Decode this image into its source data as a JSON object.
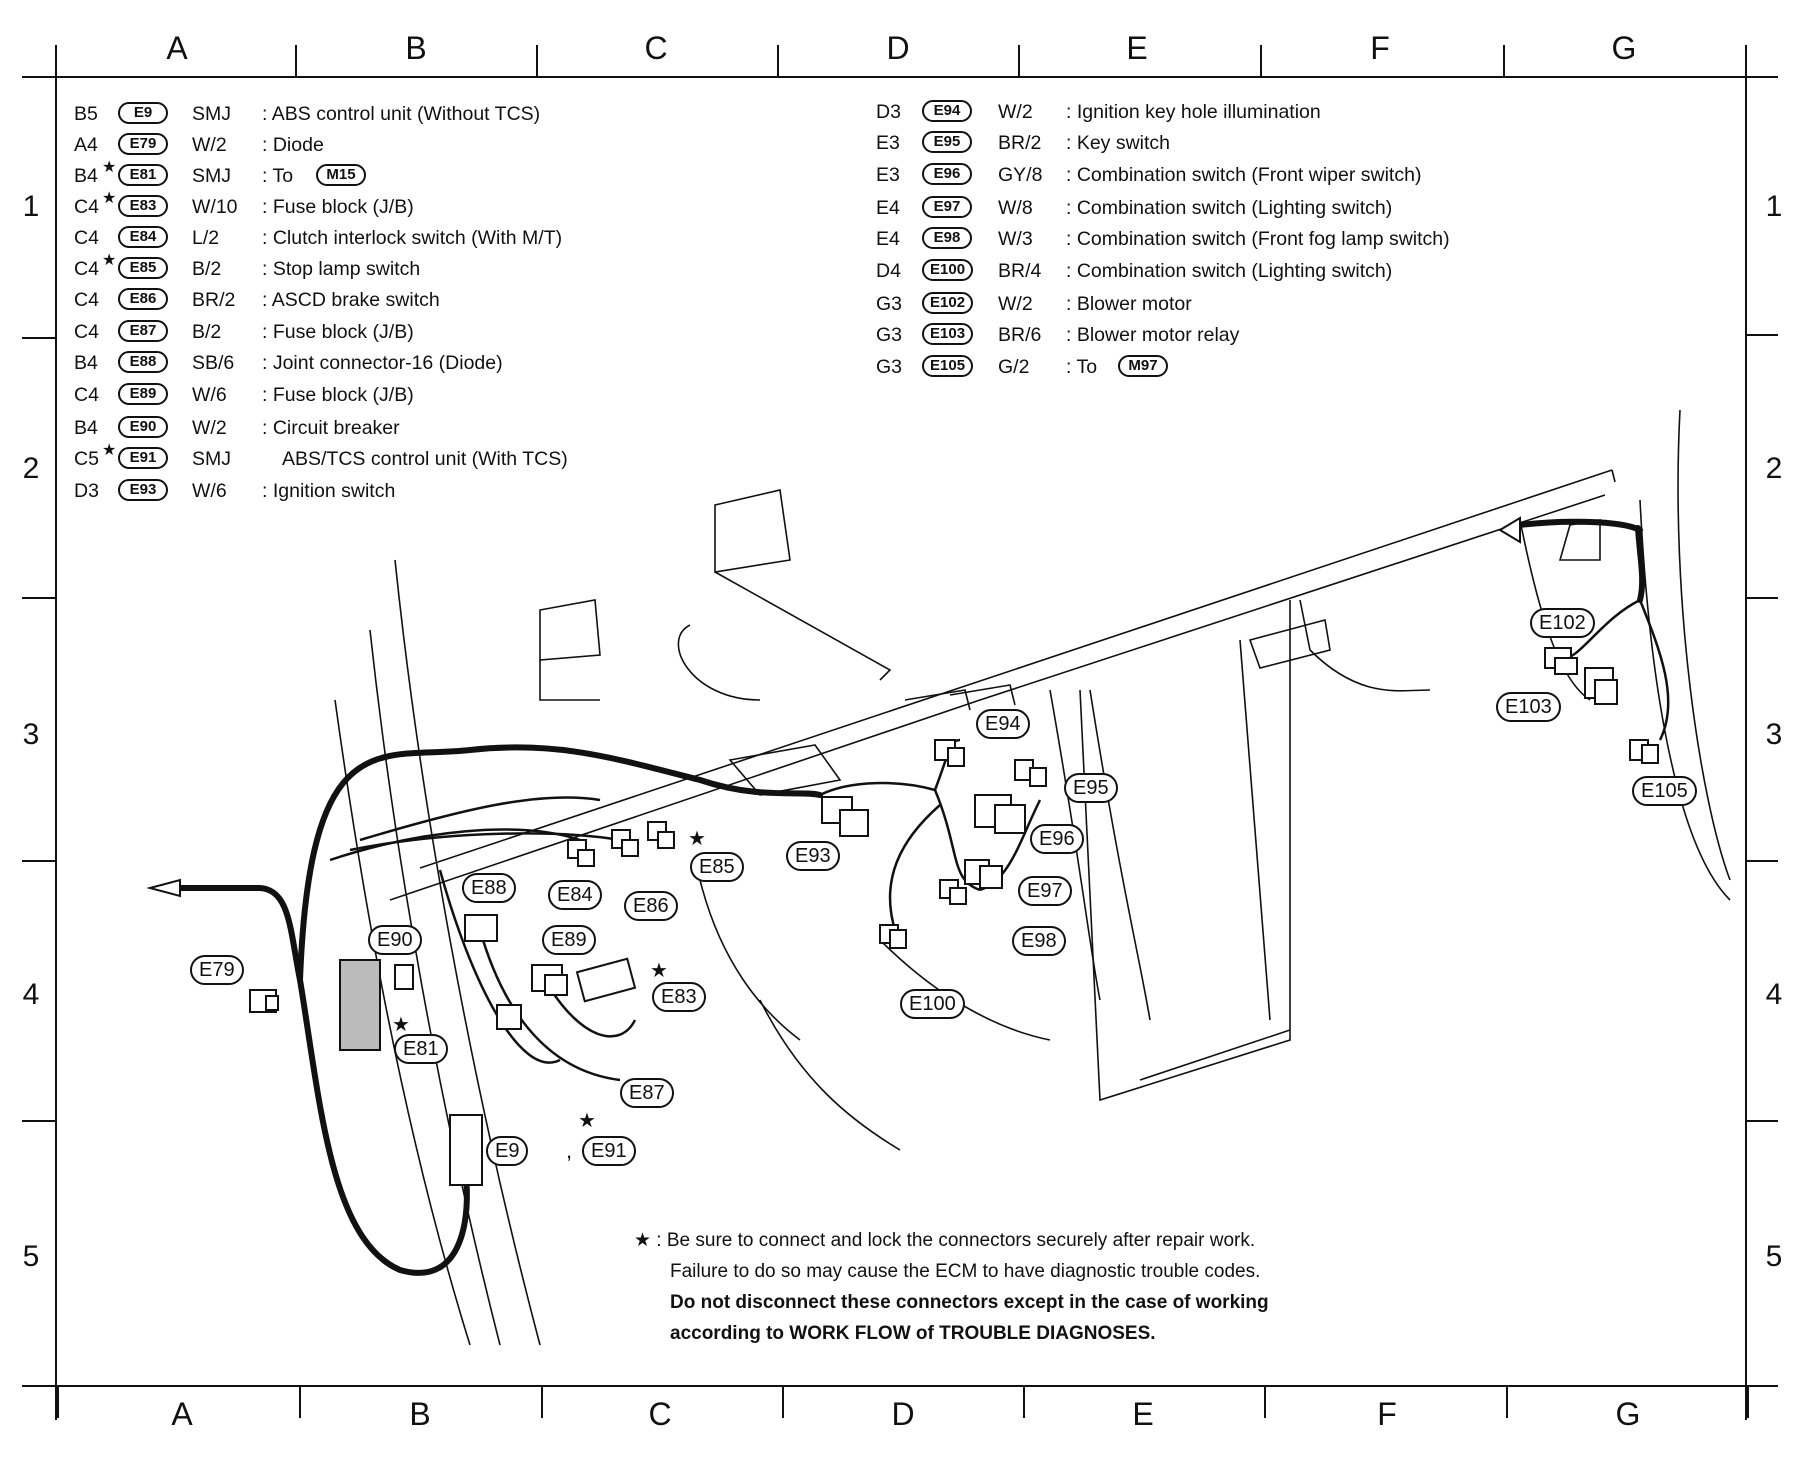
{
  "columns": [
    "A",
    "B",
    "C",
    "D",
    "E",
    "F",
    "G"
  ],
  "rows": [
    "1",
    "2",
    "3",
    "4",
    "5"
  ],
  "legend_left": [
    {
      "loc": "B5",
      "star": false,
      "conn": "E9",
      "spec": "SMJ",
      "desc": ": ABS control unit (Without TCS)"
    },
    {
      "loc": "A4",
      "star": false,
      "conn": "E79",
      "spec": "W/2",
      "desc": ": Diode"
    },
    {
      "loc": "B4",
      "star": true,
      "conn": "E81",
      "spec": "SMJ",
      "desc": ": To",
      "to": "M15"
    },
    {
      "loc": "C4",
      "star": true,
      "conn": "E83",
      "spec": "W/10",
      "desc": ": Fuse block (J/B)"
    },
    {
      "loc": "C4",
      "star": false,
      "conn": "E84",
      "spec": "L/2",
      "desc": ": Clutch interlock switch (With M/T)"
    },
    {
      "loc": "C4",
      "star": true,
      "conn": "E85",
      "spec": "B/2",
      "desc": ": Stop lamp switch"
    },
    {
      "loc": "C4",
      "star": false,
      "conn": "E86",
      "spec": "BR/2",
      "desc": ": ASCD brake switch"
    },
    {
      "loc": "C4",
      "star": false,
      "conn": "E87",
      "spec": "B/2",
      "desc": ": Fuse block (J/B)"
    },
    {
      "loc": "B4",
      "star": false,
      "conn": "E88",
      "spec": "SB/6",
      "desc": ": Joint connector-16 (Diode)"
    },
    {
      "loc": "C4",
      "star": false,
      "conn": "E89",
      "spec": "W/6",
      "desc": ": Fuse block (J/B)"
    },
    {
      "loc": "B4",
      "star": false,
      "conn": "E90",
      "spec": "W/2",
      "desc": ": Circuit breaker"
    },
    {
      "loc": "C5",
      "star": true,
      "conn": "E91",
      "spec": "SMJ",
      "desc": "ABS/TCS control unit (With TCS)"
    },
    {
      "loc": "D3",
      "star": false,
      "conn": "E93",
      "spec": "W/6",
      "desc": ": Ignition switch"
    }
  ],
  "legend_right": [
    {
      "loc": "D3",
      "conn": "E94",
      "spec": "W/2",
      "desc": ": Ignition key hole illumination"
    },
    {
      "loc": "E3",
      "conn": "E95",
      "spec": "BR/2",
      "desc": ": Key switch"
    },
    {
      "loc": "E3",
      "conn": "E96",
      "spec": "GY/8",
      "desc": ": Combination switch (Front wiper switch)"
    },
    {
      "loc": "E4",
      "conn": "E97",
      "spec": "W/8",
      "desc": ": Combination switch (Lighting switch)"
    },
    {
      "loc": "E4",
      "conn": "E98",
      "spec": "W/3",
      "desc": ": Combination switch (Front fog lamp switch)"
    },
    {
      "loc": "D4",
      "conn": "E100",
      "spec": "BR/4",
      "desc": ": Combination switch (Lighting switch)"
    },
    {
      "loc": "G3",
      "conn": "E102",
      "spec": "W/2",
      "desc": ": Blower motor"
    },
    {
      "loc": "G3",
      "conn": "E103",
      "spec": "BR/6",
      "desc": ": Blower motor relay"
    },
    {
      "loc": "G3",
      "conn": "E105",
      "spec": "G/2",
      "desc": ": To",
      "to": "M97"
    }
  ],
  "callouts": {
    "e79": "E79",
    "e90": "E90",
    "e88": "E88",
    "e84": "E84",
    "e86": "E86",
    "e85": "E85",
    "e93": "E93",
    "e94": "E94",
    "e95": "E95",
    "e96": "E96",
    "e97": "E97",
    "e98": "E98",
    "e100": "E100",
    "e89": "E89",
    "e83": "E83",
    "e81": "E81",
    "e87": "E87",
    "e9": "E9",
    "e91": "E91",
    "e102": "E102",
    "e103": "E103",
    "e105": "E105",
    "sep": ","
  },
  "note": {
    "star": "★ :",
    "line1": "Be sure to connect and lock the connectors securely after repair work.",
    "line2": "Failure to do so may cause the ECM to have diagnostic trouble codes.",
    "line3": "Do not disconnect these connectors except in the case of working",
    "line4": "according to WORK FLOW of TROUBLE DIAGNOSES."
  }
}
